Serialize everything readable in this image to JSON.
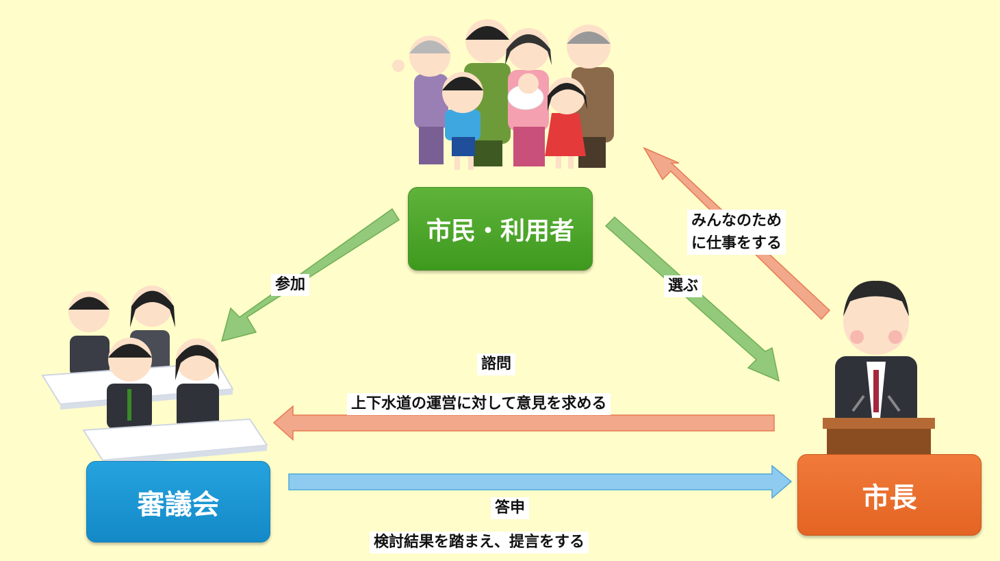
{
  "nodes": {
    "citizens": "市民・利用者",
    "council": "審議会",
    "mayor": "市長"
  },
  "edges": {
    "participate": "参加",
    "elect": "選ぶ",
    "consult": "諮問",
    "consult_detail": "上下水道の運営に対して意見を求める",
    "report": "答申",
    "report_detail": "検討結果を踏まえ、提言をする",
    "serve_line1": "みんなのため",
    "serve_line2": "に仕事をする"
  },
  "colors": {
    "background": "#fffdc9",
    "citizens": "#4aa52a",
    "council": "#1b97d6",
    "mayor": "#ea6e2c",
    "green_arrow": "#93c97a",
    "salmon_arrow": "#f2a88a",
    "blue_arrow": "#8fcbf0"
  }
}
